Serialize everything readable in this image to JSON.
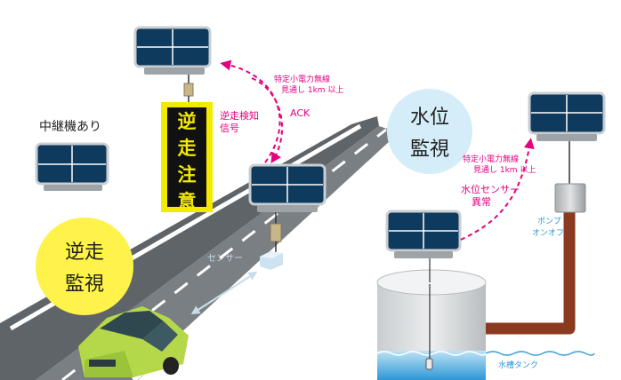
{
  "left_scene": {
    "relay_label": "中継機あり",
    "wrong_way_circle": [
      "逆走",
      "監視"
    ],
    "sign_text": [
      "逆",
      "走",
      "注",
      "意"
    ],
    "detect_signal_label": [
      "逆走検知",
      "信号"
    ],
    "ack_label": "ACK",
    "radio_label": "特定小電力無線",
    "range_label": "見通し 1km 以上",
    "sensor_label": "センサー"
  },
  "right_scene": {
    "water_level_circle": [
      "水位",
      "監視"
    ],
    "radio_label": "特定小電力無線",
    "range_label": "見通し 1km 以上",
    "sensor_alarm_label": [
      "水位センサー",
      "異常"
    ],
    "pump_label": [
      "ポンプ",
      "オンオフ"
    ],
    "tank_label": "水槽タンク"
  },
  "colors": {
    "accent_magenta": "#e4007f",
    "panel_navy": "#0e3a5e",
    "sign_yellow": "#f4ea00",
    "circle_yellow": "#fff24a",
    "circle_blue": "#d4edf8",
    "car_green": "#b5d84a",
    "pipe_brown": "#8a3a1e",
    "road_gray": "#5f6468"
  }
}
